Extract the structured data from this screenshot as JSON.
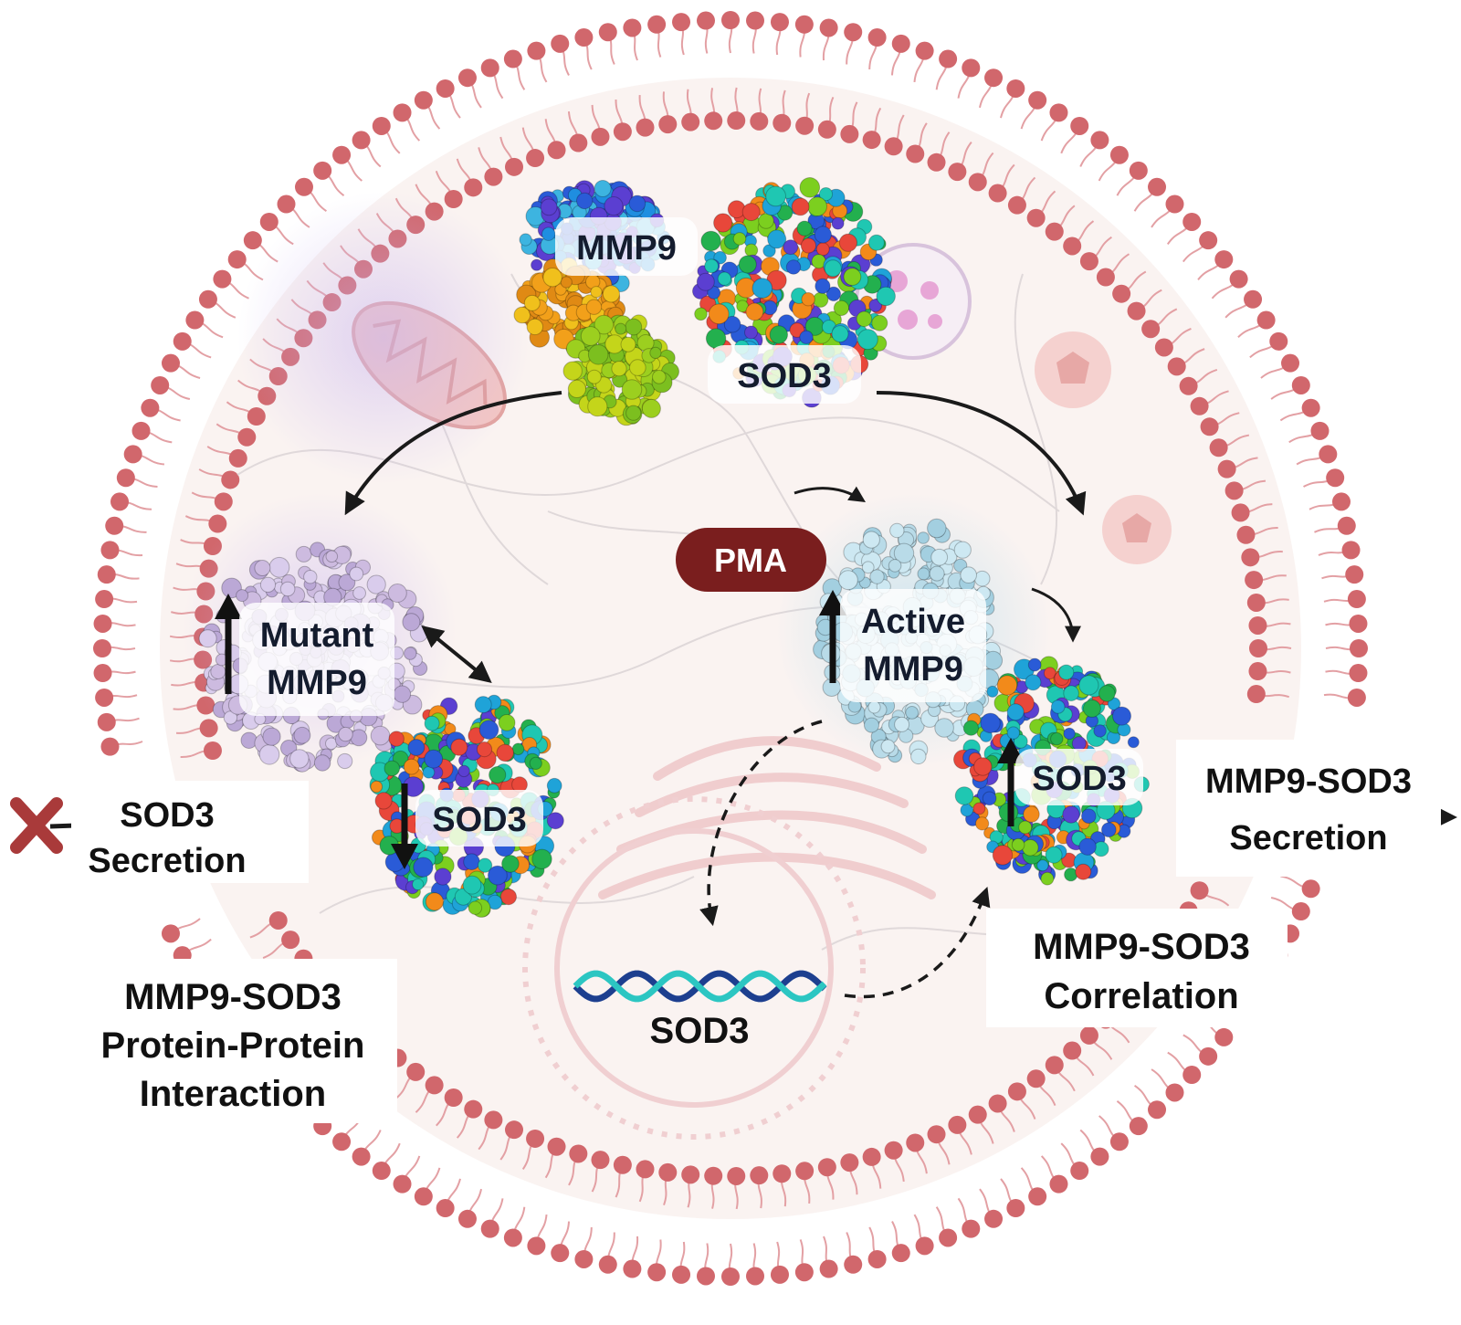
{
  "colors": {
    "membrane_head": "#d1676c",
    "membrane_tail": "#e3a0a4",
    "cytoplasm": "#faf3f1",
    "pma_fill": "#7a1e1e",
    "arrow": "#1a1a1a",
    "inhibit_x": "#a93a3a",
    "mutant_protein": "#cdbbe0",
    "active_protein": "#b9dbe8"
  },
  "icons": {
    "mmp9": "protein-structure-icon",
    "sod3": "protein-structure-icon",
    "inhibit": "x-mark-icon",
    "up": "arrow-up-icon",
    "down": "arrow-down-icon",
    "dna": "dna-helix-icon"
  },
  "labels": {
    "mmp9_top": "MMP9",
    "sod3_top": "SOD3",
    "pma": "PMA",
    "mutant_line1": "Mutant",
    "mutant_line2": "MMP9",
    "active_line1": "Active",
    "active_line2": "MMP9",
    "sod3_left": "SOD3",
    "sod3_right": "SOD3",
    "sod3_gene": "SOD3",
    "secretion_left_line1": "SOD3",
    "secretion_left_line2": "Secretion",
    "secretion_right_line1": "MMP9-SOD3",
    "secretion_right_line2": "Secretion",
    "ppi_line1": "MMP9-SOD3",
    "ppi_line2": "Protein-Protein",
    "ppi_line3": "Interaction",
    "corr_line1": "MMP9-SOD3",
    "corr_line2": "Correlation"
  }
}
